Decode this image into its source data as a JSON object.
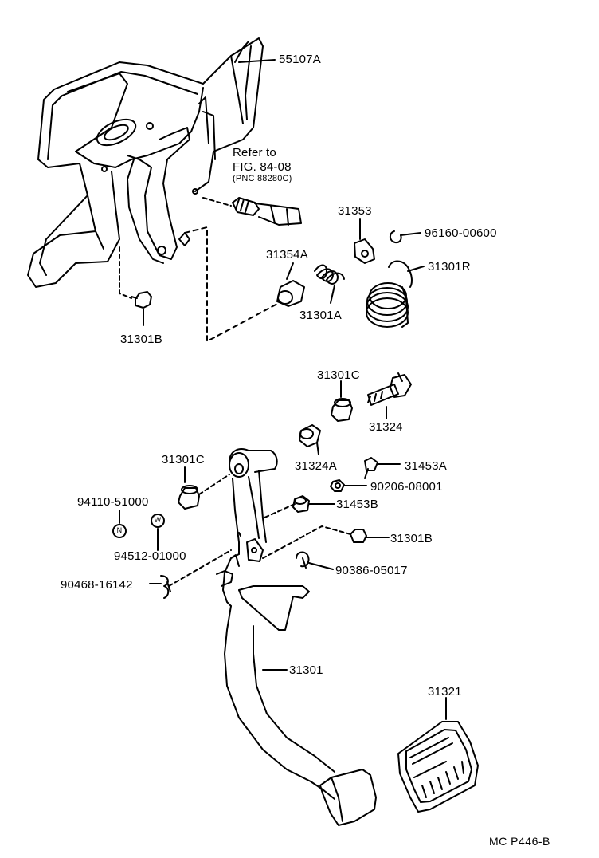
{
  "labels": {
    "bracket": "55107A",
    "refer_line1": "Refer to",
    "refer_line2": "FIG. 84-08",
    "refer_line3": "(PNC 88280C)",
    "clip_31353": "31353",
    "ering_96160": "96160-00600",
    "bushing_31354a": "31354A",
    "spring_right": "31301R",
    "spring_a": "31301A",
    "stopper_top": "31301B",
    "cushion_c_top": "31301C",
    "bolt_31324": "31324",
    "collar_31324a": "31324A",
    "bolt_31453a": "31453A",
    "nut_90206": "90206-08001",
    "cushion_c_left": "31301C",
    "nut_94110": "94110-51000",
    "bush_31453b": "31453B",
    "stopper_mid": "31301B",
    "washer_94512": "94512-01000",
    "pin_90468": "90468-16142",
    "clip_90386": "90386-05017",
    "pedal_arm": "31301",
    "pedal_pad": "31321",
    "footer": "MC  P446-B"
  },
  "badges": {
    "nut_mark": "N",
    "washer_mark": "W"
  }
}
